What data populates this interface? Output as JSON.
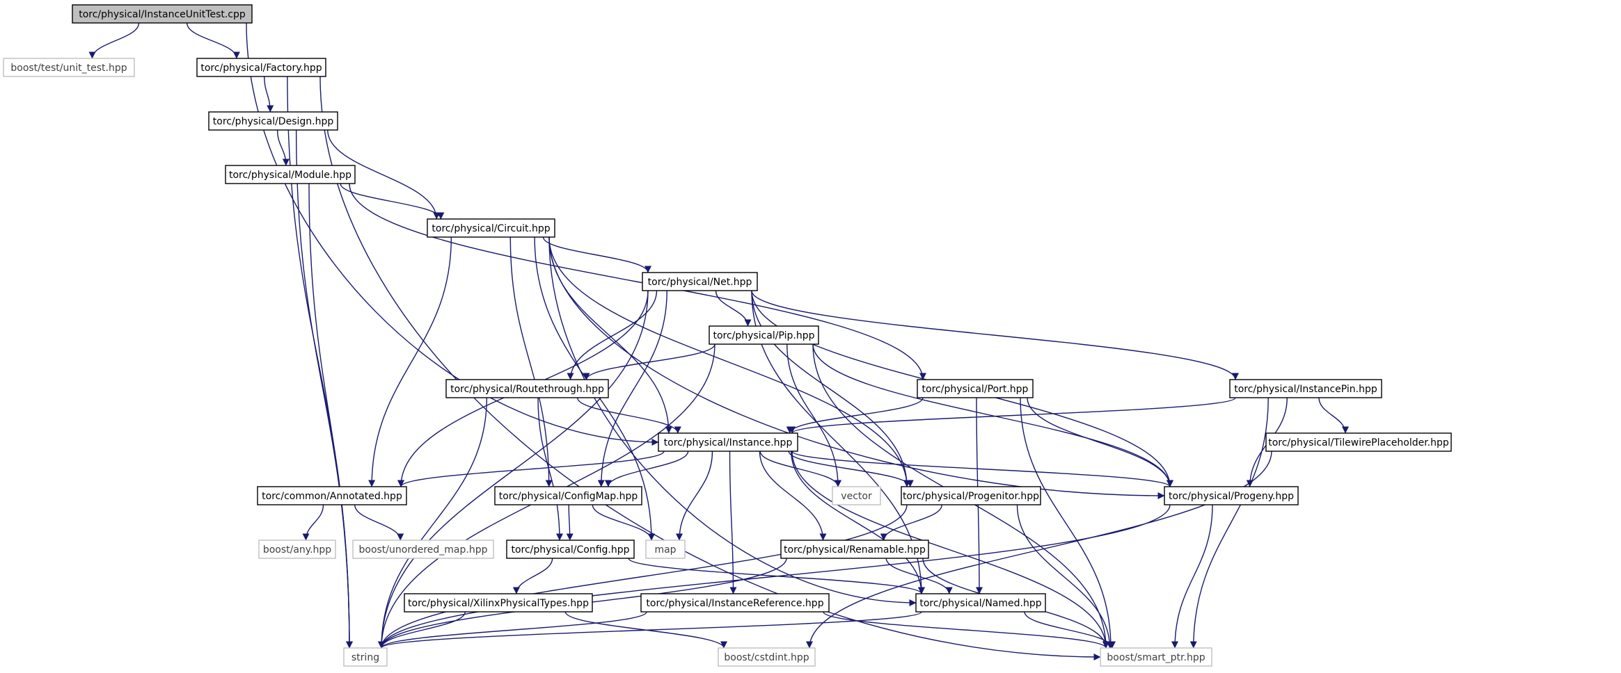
{
  "colors": {
    "edge": "#191970",
    "node_border": "#000000",
    "external_border": "#bfbfbf",
    "external_text": "#404040",
    "root_fill": "#bfbfbf",
    "node_fill": "#ffffff",
    "text": "#000000"
  },
  "nodes": [
    {
      "id": "root",
      "label": "torc/physical/InstanceUnitTest.cpp",
      "kind": "root"
    },
    {
      "id": "unit_test",
      "label": "boost/test/unit_test.hpp",
      "kind": "external"
    },
    {
      "id": "factory",
      "label": "torc/physical/Factory.hpp",
      "kind": "file"
    },
    {
      "id": "design",
      "label": "torc/physical/Design.hpp",
      "kind": "file"
    },
    {
      "id": "module",
      "label": "torc/physical/Module.hpp",
      "kind": "file"
    },
    {
      "id": "circuit",
      "label": "torc/physical/Circuit.hpp",
      "kind": "file"
    },
    {
      "id": "net",
      "label": "torc/physical/Net.hpp",
      "kind": "file"
    },
    {
      "id": "pip",
      "label": "torc/physical/Pip.hpp",
      "kind": "file"
    },
    {
      "id": "routethrough",
      "label": "torc/physical/Routethrough.hpp",
      "kind": "file"
    },
    {
      "id": "port",
      "label": "torc/physical/Port.hpp",
      "kind": "file"
    },
    {
      "id": "instancepin",
      "label": "torc/physical/InstancePin.hpp",
      "kind": "file"
    },
    {
      "id": "instance",
      "label": "torc/physical/Instance.hpp",
      "kind": "file"
    },
    {
      "id": "tileplace",
      "label": "torc/physical/TilewirePlaceholder.hpp",
      "kind": "file"
    },
    {
      "id": "annotated",
      "label": "torc/common/Annotated.hpp",
      "kind": "file"
    },
    {
      "id": "configmap",
      "label": "torc/physical/ConfigMap.hpp",
      "kind": "file"
    },
    {
      "id": "vector",
      "label": "vector",
      "kind": "external"
    },
    {
      "id": "progenitor",
      "label": "torc/physical/Progenitor.hpp",
      "kind": "file"
    },
    {
      "id": "progeny",
      "label": "torc/physical/Progeny.hpp",
      "kind": "file"
    },
    {
      "id": "any",
      "label": "boost/any.hpp",
      "kind": "external"
    },
    {
      "id": "umap",
      "label": "boost/unordered_map.hpp",
      "kind": "external"
    },
    {
      "id": "config",
      "label": "torc/physical/Config.hpp",
      "kind": "file"
    },
    {
      "id": "map",
      "label": "map",
      "kind": "external"
    },
    {
      "id": "renamable",
      "label": "torc/physical/Renamable.hpp",
      "kind": "file"
    },
    {
      "id": "xilinx",
      "label": "torc/physical/XilinxPhysicalTypes.hpp",
      "kind": "file"
    },
    {
      "id": "instref",
      "label": "torc/physical/InstanceReference.hpp",
      "kind": "file"
    },
    {
      "id": "named",
      "label": "torc/physical/Named.hpp",
      "kind": "file"
    },
    {
      "id": "string",
      "label": "string",
      "kind": "external"
    },
    {
      "id": "cstdint",
      "label": "boost/cstdint.hpp",
      "kind": "external"
    },
    {
      "id": "smartptr",
      "label": "boost/smart_ptr.hpp",
      "kind": "external"
    }
  ],
  "edges": [
    [
      "root",
      "unit_test"
    ],
    [
      "root",
      "factory"
    ],
    [
      "root",
      "instance"
    ],
    [
      "factory",
      "design"
    ],
    [
      "factory",
      "string"
    ],
    [
      "factory",
      "smartptr"
    ],
    [
      "design",
      "module"
    ],
    [
      "design",
      "circuit"
    ],
    [
      "design",
      "string"
    ],
    [
      "module",
      "circuit"
    ],
    [
      "module",
      "port"
    ],
    [
      "module",
      "string"
    ],
    [
      "circuit",
      "net"
    ],
    [
      "circuit",
      "instance"
    ],
    [
      "circuit",
      "annotated"
    ],
    [
      "circuit",
      "configmap"
    ],
    [
      "circuit",
      "map"
    ],
    [
      "circuit",
      "progenitor"
    ],
    [
      "circuit",
      "progeny"
    ],
    [
      "circuit",
      "named"
    ],
    [
      "net",
      "pip"
    ],
    [
      "net",
      "routethrough"
    ],
    [
      "net",
      "instancepin"
    ],
    [
      "net",
      "annotated"
    ],
    [
      "net",
      "configmap"
    ],
    [
      "net",
      "progenitor"
    ],
    [
      "net",
      "progeny"
    ],
    [
      "net",
      "named"
    ],
    [
      "net",
      "string"
    ],
    [
      "pip",
      "routethrough"
    ],
    [
      "pip",
      "vector"
    ],
    [
      "pip",
      "progeny"
    ],
    [
      "pip",
      "smartptr"
    ],
    [
      "pip",
      "string"
    ],
    [
      "routethrough",
      "instance"
    ],
    [
      "routethrough",
      "config"
    ],
    [
      "routethrough",
      "string"
    ],
    [
      "port",
      "instance"
    ],
    [
      "port",
      "progeny"
    ],
    [
      "port",
      "named"
    ],
    [
      "port",
      "smartptr"
    ],
    [
      "instancepin",
      "instance"
    ],
    [
      "instancepin",
      "tileplace"
    ],
    [
      "instancepin",
      "progeny"
    ],
    [
      "instancepin",
      "smartptr"
    ],
    [
      "tileplace",
      "cstdint"
    ],
    [
      "instance",
      "annotated"
    ],
    [
      "instance",
      "configmap"
    ],
    [
      "instance",
      "map"
    ],
    [
      "instance",
      "vector"
    ],
    [
      "instance",
      "progenitor"
    ],
    [
      "instance",
      "progeny"
    ],
    [
      "instance",
      "renamable"
    ],
    [
      "instance",
      "instref"
    ],
    [
      "instance",
      "named"
    ],
    [
      "instance",
      "smartptr"
    ],
    [
      "annotated",
      "any"
    ],
    [
      "annotated",
      "umap"
    ],
    [
      "configmap",
      "config"
    ],
    [
      "configmap",
      "map"
    ],
    [
      "config",
      "xilinx"
    ],
    [
      "config",
      "named"
    ],
    [
      "progenitor",
      "renamable"
    ],
    [
      "progenitor",
      "smartptr"
    ],
    [
      "progenitor",
      "string"
    ],
    [
      "progeny",
      "smartptr"
    ],
    [
      "progeny",
      "string"
    ],
    [
      "renamable",
      "named"
    ],
    [
      "renamable",
      "string"
    ],
    [
      "renamable",
      "smartptr"
    ],
    [
      "xilinx",
      "string"
    ],
    [
      "xilinx",
      "cstdint"
    ],
    [
      "instref",
      "string"
    ],
    [
      "instref",
      "smartptr"
    ],
    [
      "named",
      "string"
    ],
    [
      "named",
      "smartptr"
    ]
  ]
}
